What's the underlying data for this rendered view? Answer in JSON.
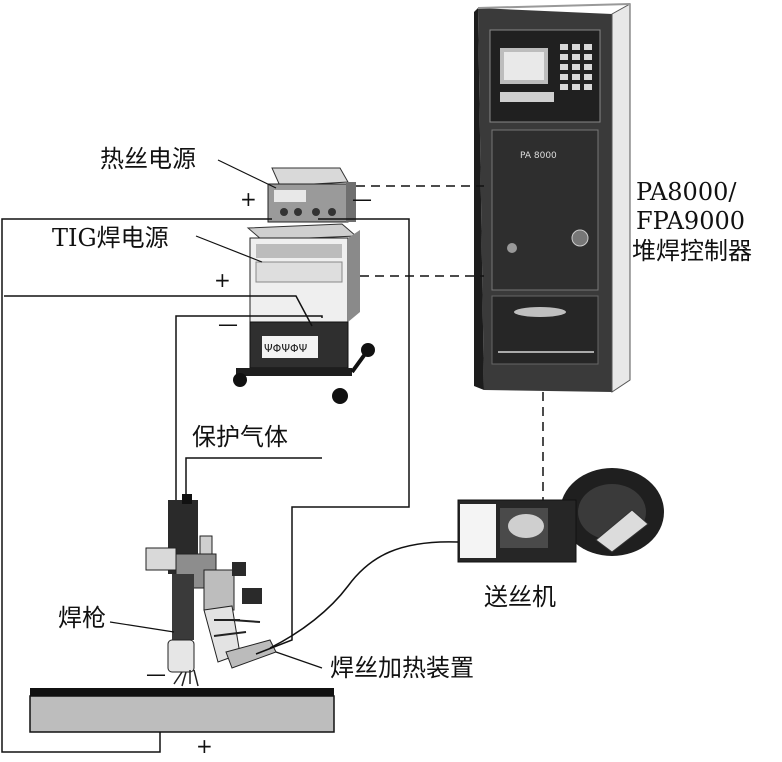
{
  "labels": {
    "hotwire_power": "热丝电源",
    "tig_power": "TIG焊电源",
    "controller_model1": "PA8000/",
    "controller_model2": "FPA9000",
    "controller_name": "堆焊控制器",
    "shielding_gas": "保护气体",
    "torch": "焊枪",
    "wire_feeder": "送丝机",
    "wire_heater": "焊丝加热装置",
    "controller_panel_text": "PA 8000"
  },
  "signs": {
    "hotwire_plus": "+",
    "hotwire_minus": "—",
    "tig_plus": "+",
    "tig_minus": "—",
    "torch_minus": "—",
    "workpiece_plus": "+"
  },
  "colors": {
    "line": "#111111",
    "workpiece": "#bdbdbd",
    "equipment_dark": "#2b2b2b",
    "equipment_mid": "#6f6f6f",
    "equipment_light": "#d6d6d6"
  }
}
